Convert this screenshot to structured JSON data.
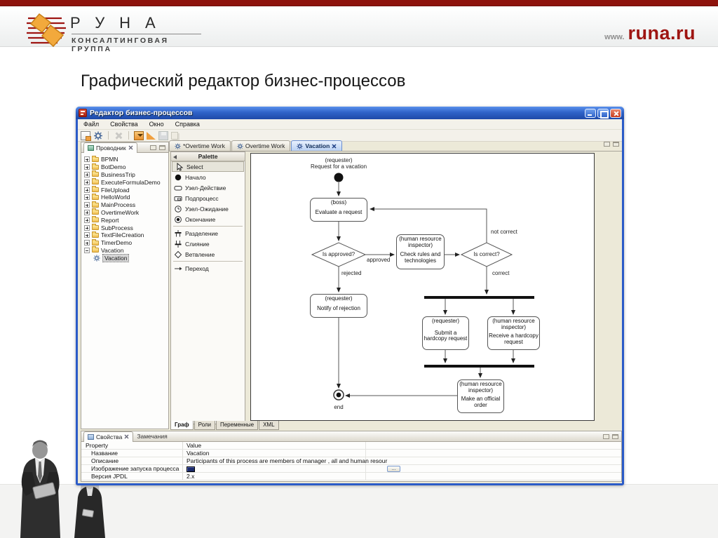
{
  "colors": {
    "top_bar_red": "#8e130c",
    "brand_red": "#9e1512",
    "xp_title_blue": "#2f63c9",
    "workbench_beige": "#ece9d8"
  },
  "slide": {
    "title": "Графический редактор бизнес-процессов",
    "brand": {
      "letters": "РУНА",
      "subtitle": "КОНСАЛТИНГОВАЯ ГРУППА",
      "www": "www.",
      "site": "runa.ru"
    }
  },
  "app": {
    "title": "Редактор бизнес-процессов",
    "menu": [
      "Файл",
      "Свойства",
      "Окно",
      "Справка"
    ],
    "explorer": {
      "tab": "Проводник",
      "items": [
        "BPMN",
        "BotDemo",
        "BusinessTrip",
        "ExecuteFormulaDemo",
        "FileUpload",
        "HelloWorld",
        "MainProcess",
        "OvertimeWork",
        "Report",
        "SubProcess",
        "TextFileCreation",
        "TimerDemo",
        "Vacation"
      ],
      "child": "Vacation"
    },
    "editor_tabs": [
      {
        "label": "*Overtime Work"
      },
      {
        "label": "Overtime Work"
      },
      {
        "label": "Vacation"
      }
    ],
    "palette": {
      "header": "Palette",
      "items": [
        {
          "label": "Select",
          "icon": "cursor-icon"
        },
        {
          "label": "Начало",
          "icon": "start-node-icon"
        },
        {
          "label": "Узел-Действие",
          "icon": "action-node-icon"
        },
        {
          "label": "Подпроцесс",
          "icon": "subprocess-icon"
        },
        {
          "label": "Узел-Ожидание",
          "icon": "wait-node-icon"
        },
        {
          "label": "Окончание",
          "icon": "end-node-icon"
        },
        {
          "label": "Разделение",
          "icon": "fork-icon"
        },
        {
          "label": "Слияние",
          "icon": "join-icon"
        },
        {
          "label": "Ветвление",
          "icon": "decision-icon"
        },
        {
          "label": "Переход",
          "icon": "transition-icon"
        }
      ]
    },
    "bottom_tabs": [
      "Граф",
      "Роли",
      "Переменные",
      "XML"
    ],
    "properties": {
      "tabs": [
        "Свойства",
        "Замечания"
      ],
      "columns": [
        "Property",
        "Value"
      ],
      "more_button": "...",
      "rows": [
        {
          "name": "Название",
          "value": "Vacation"
        },
        {
          "name": "Описание",
          "value": "Participants of this process are members of  manager , all and human resour"
        },
        {
          "name": "Изображение запуска процесса",
          "value": ""
        },
        {
          "name": "Версия JPDL",
          "value": "2.x"
        }
      ]
    }
  },
  "diagram": {
    "start": {
      "swimlane": "(requester)",
      "label": "Request for a vacation"
    },
    "nodes": {
      "evaluate": {
        "swimlane": "(boss)",
        "label": "Evaluate a request"
      },
      "is_approved": {
        "label": "Is approved?"
      },
      "check": {
        "swimlane": "(human resource inspector)",
        "label": "Check rules and technologies"
      },
      "is_correct": {
        "label": "Is correct?"
      },
      "notify": {
        "swimlane": "(requester)",
        "label": "Notify of rejection"
      },
      "submit": {
        "swimlane": "(requester)",
        "label": "Submit a hardcopy request"
      },
      "receive": {
        "swimlane": "(human resource inspector)",
        "label": "Receive a hardcopy request"
      },
      "order": {
        "swimlane": "(human resource inspector)",
        "label": "Make an official order"
      }
    },
    "edge_labels": {
      "approved": "approved",
      "rejected": "rejected",
      "not_correct": "not correct",
      "correct": "correct"
    },
    "end_label": "end"
  }
}
